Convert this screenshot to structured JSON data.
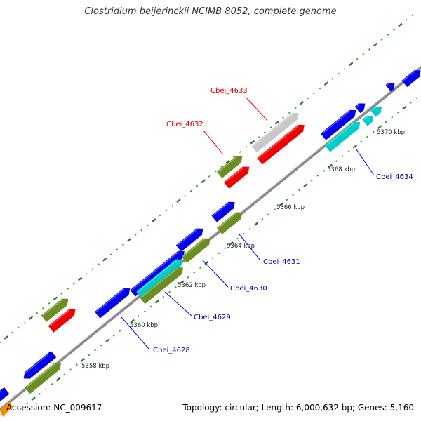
{
  "title": "Clostridium beijerinckii NCIMB 8052, complete genome",
  "footer": {
    "accession": "Accession: NC_009617",
    "summary": "Topology: circular; Length: 6,000,632 bp; Genes: 5,160"
  },
  "scale_labels": [
    "5358 kbp",
    "5360 kbp",
    "5362 kbp",
    "5364 kbp",
    "5366 kbp",
    "5368 kbp",
    "5370 kbp"
  ],
  "gene_labels": [
    {
      "name": "Cbei_4628",
      "color": "#0000aa"
    },
    {
      "name": "Cbei_4629",
      "color": "#0000aa"
    },
    {
      "name": "Cbei_4630",
      "color": "#0000aa"
    },
    {
      "name": "Cbei_4631",
      "color": "#0000aa"
    },
    {
      "name": "Cbei_4632",
      "color": "#dd0000"
    },
    {
      "name": "Cbei_4633",
      "color": "#dd0000"
    },
    {
      "name": "Cbei_4634",
      "color": "#0000aa"
    }
  ],
  "colors": {
    "backbone": "#888888",
    "blue_gene": "#0000ee",
    "olive_gene": "#6b8e23",
    "red_gene": "#ee0000",
    "cyan_gene": "#00cccc",
    "grey_gene": "#c8c8c8",
    "tick_green": "#1a7a1a",
    "dot_green": "#22aa22"
  }
}
